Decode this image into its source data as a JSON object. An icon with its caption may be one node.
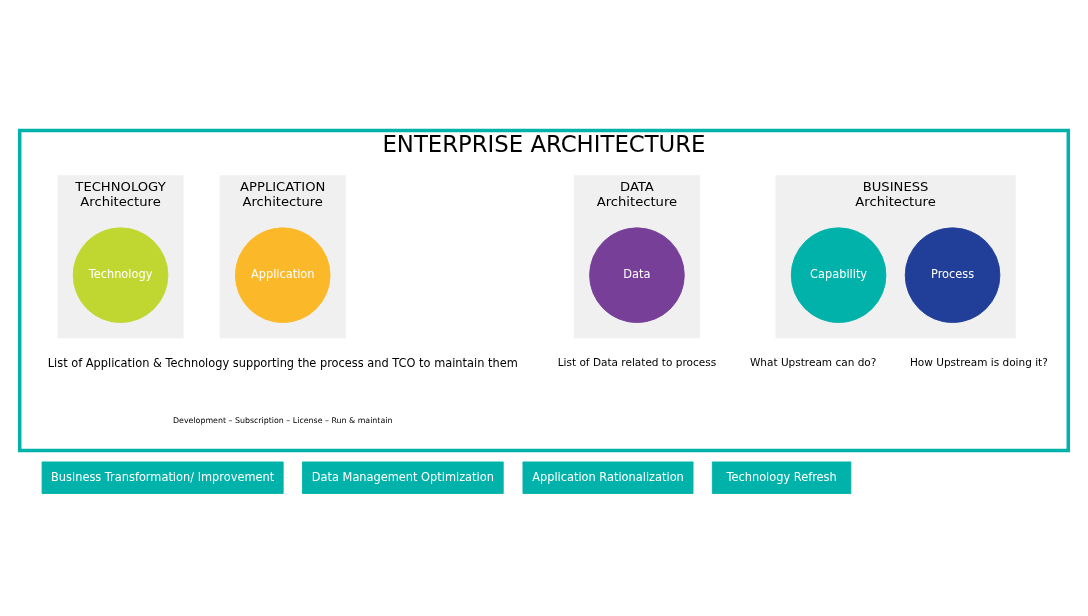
{
  "diagram": {
    "nodes": [
      {
        "text": [
          "ENTERPRISE ARCHITECTURE"
        ]
      },
      {
        "text": [
          "BUSINESS",
          "Architecture"
        ],
        "in": 0
      },
      {
        "text": [
          "Capability"
        ],
        "in": 1,
        "beside": [
          "What Upstream can do?"
        ]
      },
      {
        "text": [
          "Process"
        ],
        "in": 1,
        "beside": [
          "How Upstream is doing it?"
        ]
      },
      {
        "text": [
          "DATA",
          "Architecture"
        ],
        "in": 0
      },
      {
        "text": [
          "Data"
        ],
        "in": 4,
        "beside": [
          "List of Data related to process"
        ]
      },
      {
        "text": [
          "APPLICATION",
          "Architecture"
        ],
        "in": 0
      },
      {
        "text": [
          "Application"
        ],
        "in": 6
      },
      {
        "text": [
          "TECHNOLOGY",
          "Architecture"
        ],
        "in": 0
      },
      {
        "text": [
          "Technology"
        ],
        "in": 8
      },
      {
        "text": [
          "Business Transformation/ Improvement"
        ]
      },
      {
        "text": [
          "Data Management Optimization"
        ]
      },
      {
        "text": [
          "Application Rationalization"
        ]
      },
      {
        "text": [
          "Technology Refresh"
        ]
      }
    ],
    "edges": [],
    "labels": [
      "List of Application & Technology supporting the process and TCO to maintain them",
      "Development – Subscription – License – Run & maintain"
    ]
  }
}
